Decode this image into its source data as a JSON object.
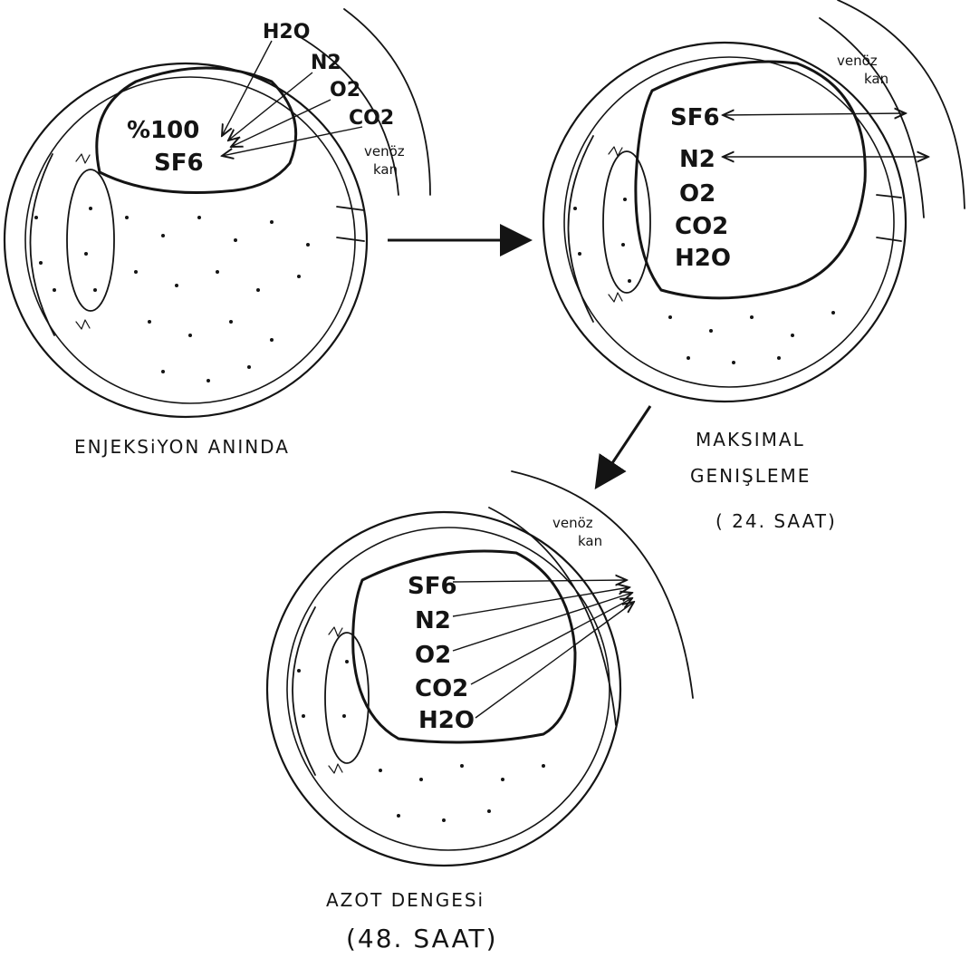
{
  "diagram": {
    "stages": [
      {
        "id": "injection",
        "caption": "ENJEKSiYON ANINDA",
        "gas_labels": [
          "%100",
          "SF6"
        ],
        "incoming_gases": [
          "H2O",
          "N2",
          "O2",
          "CO2"
        ],
        "blood_label": [
          "venöz",
          "kan"
        ]
      },
      {
        "id": "max-expansion",
        "caption_lines": [
          "MAKSIMAL",
          "GENIŞLEME",
          "( 24. SAAT)"
        ],
        "gases": [
          "SF6",
          "N2",
          "O2",
          "CO2",
          "H2O"
        ],
        "blood_label": [
          "venöz",
          "kan"
        ]
      },
      {
        "id": "nitrogen-equilibrium",
        "caption_lines": [
          "AZOT DENGESi",
          "(48. SAAT)"
        ],
        "gases": [
          "SF6",
          "N2",
          "O2",
          "CO2",
          "H2O"
        ],
        "blood_label": [
          "venöz",
          "kan"
        ]
      }
    ]
  }
}
